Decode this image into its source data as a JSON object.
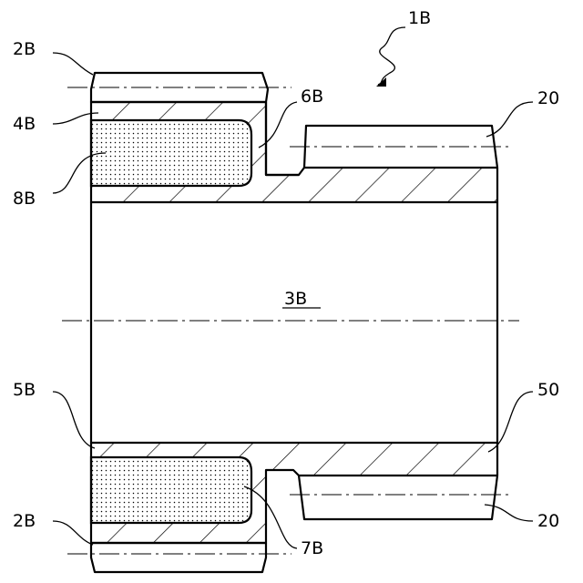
{
  "figure": {
    "labels": {
      "assembly": "1B",
      "ring_top": "2B",
      "ring_bottom": "2B",
      "sleeve_top": "4B",
      "sleeve_bottom": "5B",
      "groove_top": "6B",
      "groove_bottom": "7B",
      "insert": "8B",
      "bore": "3B",
      "gear_top": "20",
      "gear_bottom": "20",
      "body": "50"
    }
  }
}
